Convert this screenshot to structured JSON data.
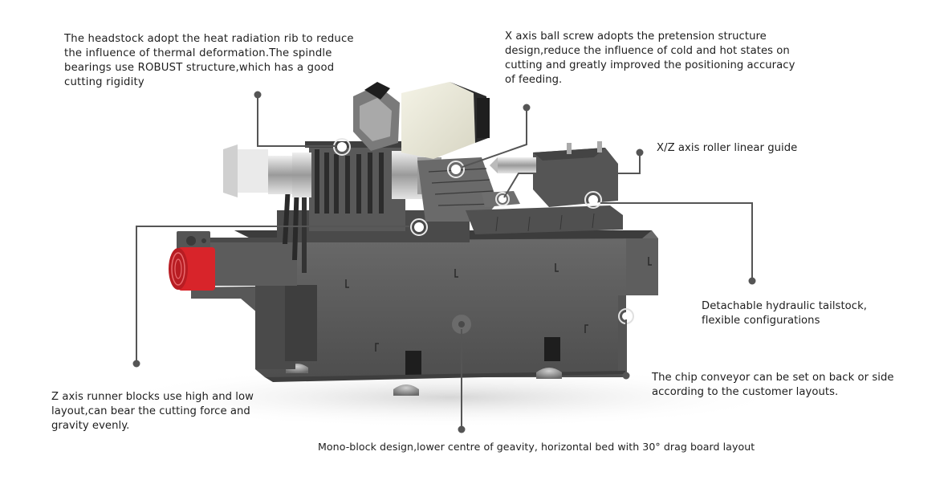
{
  "diagram": {
    "subject": "Slant-bed CNC lathe feature callouts",
    "background_color": "#ffffff",
    "line_color": "#555555",
    "machine_body_color": "#5a5a5a",
    "motor_accent_color": "#d8242a",
    "turret_housing_color": "#ecebdd"
  },
  "callouts": [
    {
      "id": "headstock",
      "text": "The headstock adopt the heat radiation rib to reduce the influence of thermal deformation.The spindle bearings use ROBUST structure,which has a good cutting rigidity"
    },
    {
      "id": "x-axis-ball-screw",
      "text": "X axis ball screw adopts the pretension structure design,reduce the influence of cold and hot states on cutting and greatly improved the positioning accuracy of feeding."
    },
    {
      "id": "linear-guide",
      "text": "X/Z axis roller linear guide"
    },
    {
      "id": "tailstock",
      "text": "Detachable hydraulic tailstock, flexible configurations"
    },
    {
      "id": "chip-conveyor",
      "text": "The chip conveyor can be set on back or side according to the customer layouts."
    },
    {
      "id": "z-axis-runner",
      "text": "Z axis runner blocks use high and low layout,can bear the cutting force and gravity evenly."
    },
    {
      "id": "mono-block",
      "text": "Mono-block design,lower centre of geavity, horizontal bed with 30° drag board layout"
    }
  ]
}
